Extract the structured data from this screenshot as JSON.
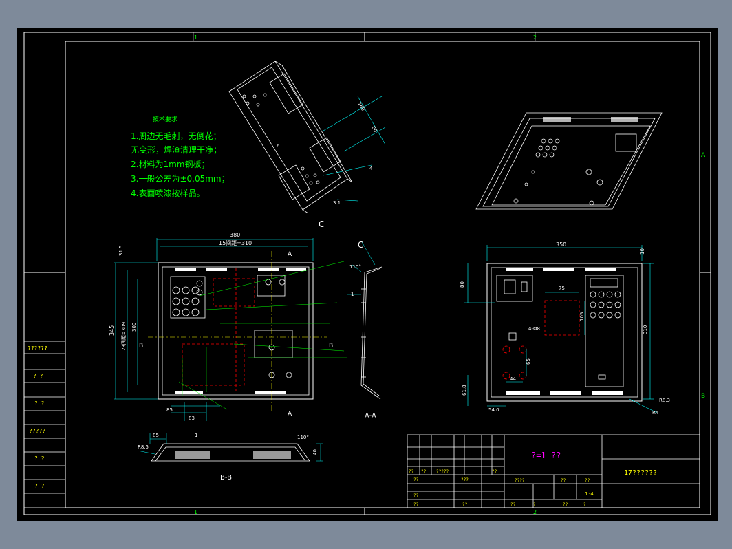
{
  "zones": {
    "col1_top": "1",
    "col2_top": "2",
    "col1_bottom": "1",
    "col2_bottom": "2",
    "row_a": "A",
    "row_b": "B"
  },
  "tech_req": {
    "title": "技术要求",
    "lines": [
      "1.周边无毛刺，无倒花；",
      "  无变形，焊渣清理干净；",
      "2.材料为1mm钢板；",
      "3.一般公差为±0.05mm；",
      "4.表面喷漆按样品。"
    ]
  },
  "iso_dims": [
    "160",
    "80",
    "4",
    "6",
    "3.1"
  ],
  "iso_label": "C",
  "front": {
    "dims_top": [
      "380",
      "15间距=310"
    ],
    "dims_left": [
      "31.5",
      "345",
      "23间距=309",
      "300"
    ],
    "dims_bottom": [
      "85",
      "83"
    ],
    "section_marks": [
      "A",
      "A",
      "B",
      "B"
    ]
  },
  "section_aa": {
    "mark": "C",
    "angle": "110°",
    "dim": "1",
    "label": "A-A"
  },
  "section_bb": {
    "label": "B-B",
    "dims": [
      "R8.5",
      "85",
      "1",
      "110°",
      "40"
    ]
  },
  "rear": {
    "dims": [
      "350",
      "10",
      "80",
      "75",
      "105",
      "310",
      "4-Φ8",
      "65",
      "44",
      "61.8",
      "54.0",
      "R8.3",
      "R4"
    ]
  },
  "left_panel": [
    "??????",
    "? ?",
    "? ?",
    "?????",
    "? ?",
    "? ?"
  ],
  "title_block": {
    "scale_label": "?=1 ??",
    "drawing_name": "17??????",
    "row1": [
      "??",
      "??",
      "?????",
      "???",
      "??"
    ],
    "cells": [
      "????",
      "??",
      "??",
      "??",
      "??",
      "1:4",
      "??",
      "??",
      "??",
      "?",
      "??",
      "?"
    ]
  },
  "colors": {
    "bg": "#000000",
    "frame": "#ffffff",
    "green": "#00ff00",
    "cyan": "#00ffff",
    "red": "#ff0000",
    "yellow": "#ffff00",
    "magenta": "#ff00ff",
    "outer": "#7e8a9a"
  }
}
